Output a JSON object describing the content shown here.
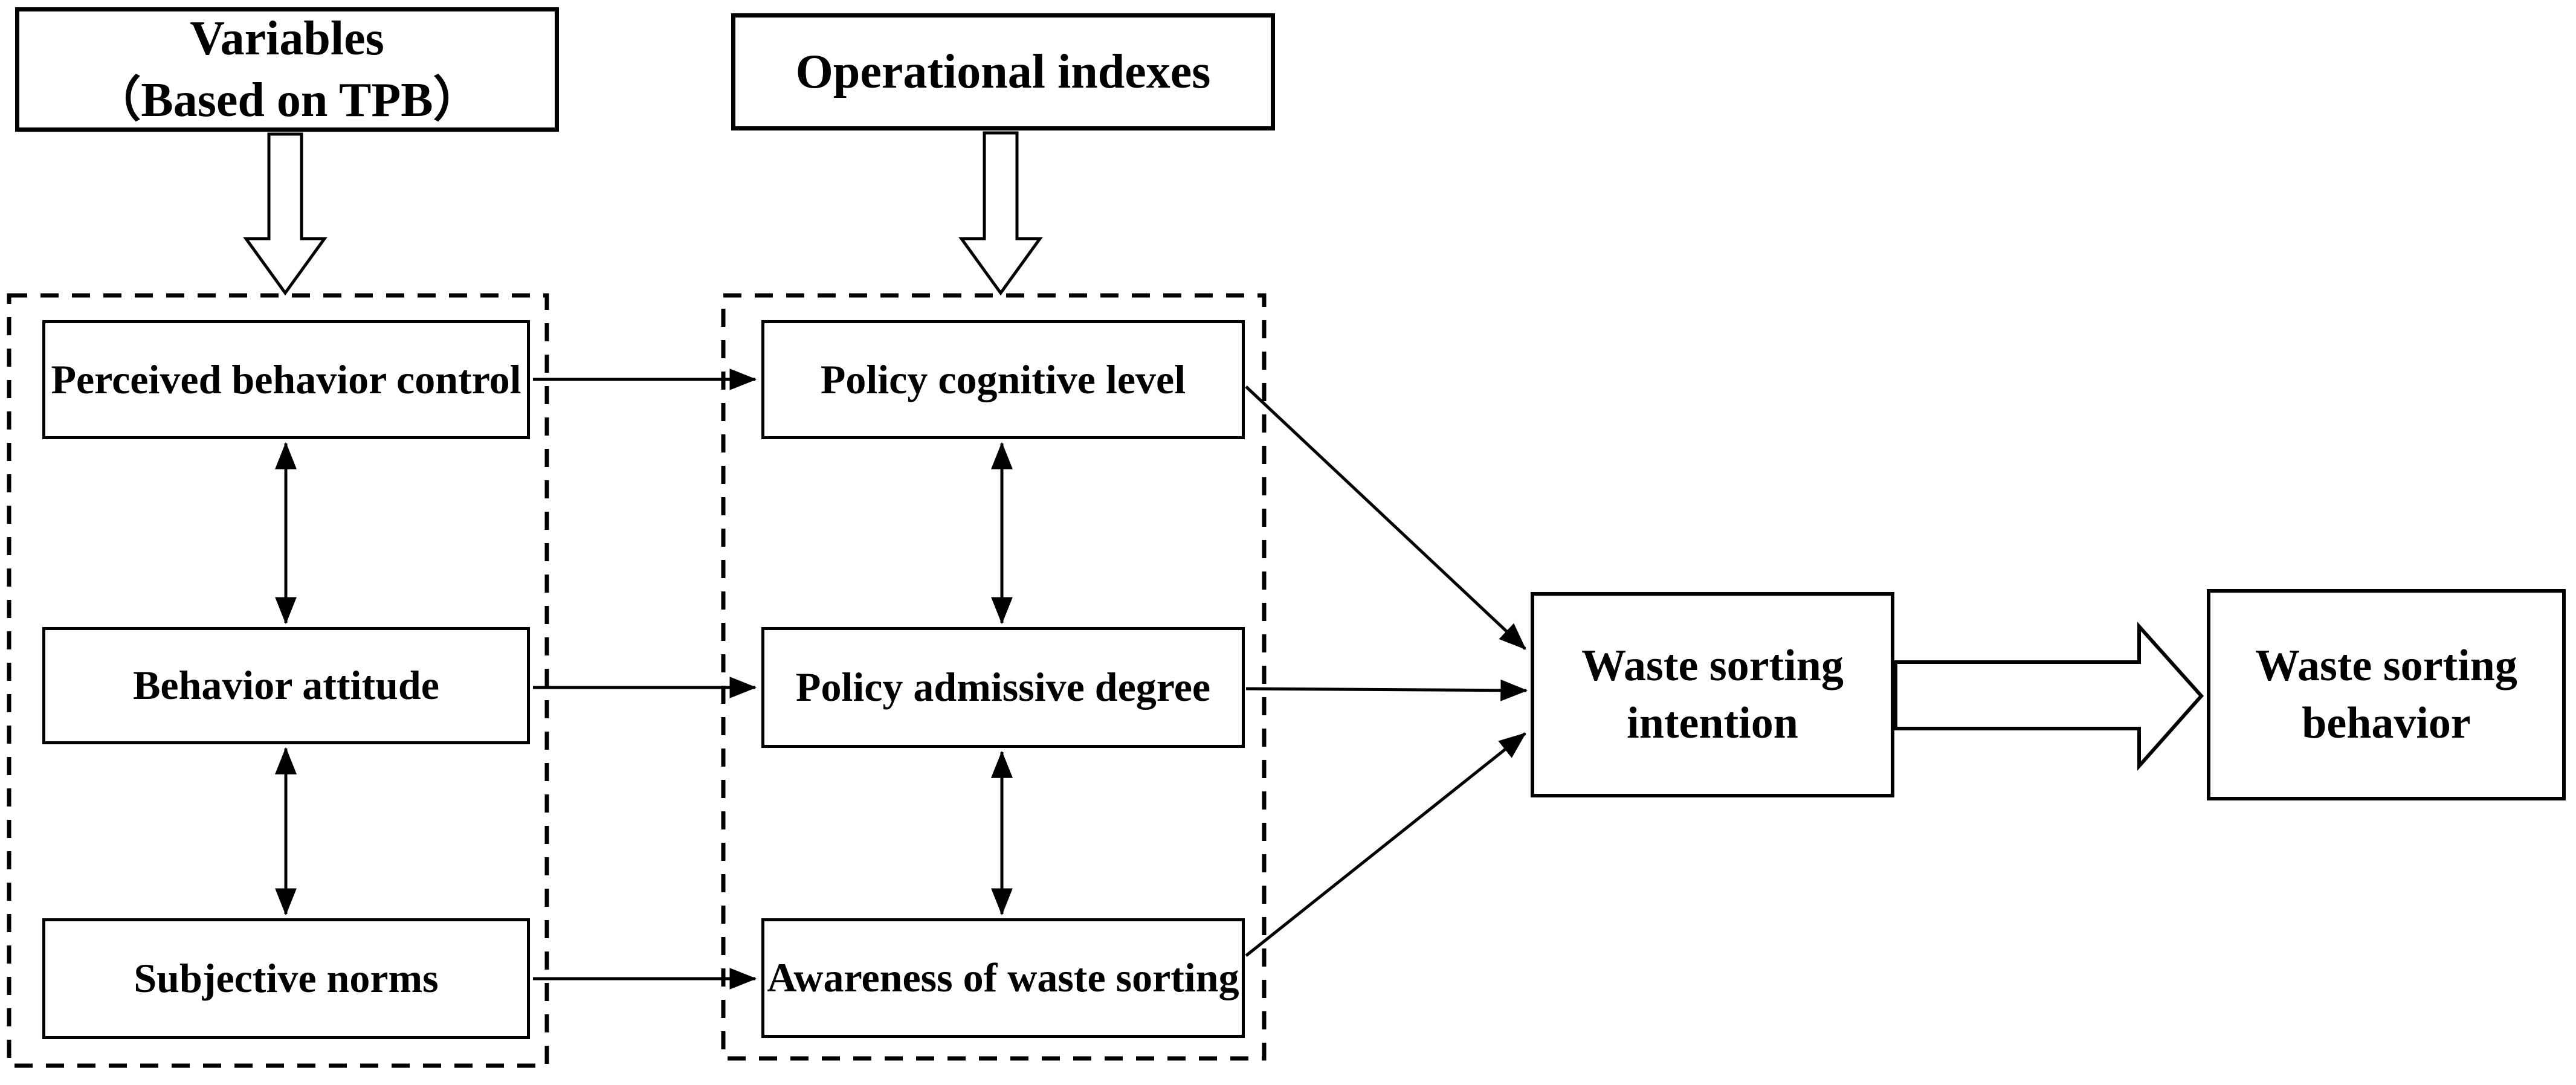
{
  "canvas": {
    "background_color": "#ffffff",
    "ink_color": "#000000"
  },
  "headers": {
    "variables": {
      "line1": "Variables",
      "line2": "（Based on TPB）"
    },
    "operational": {
      "label": "Operational indexes"
    }
  },
  "tpb_group": {
    "perceived": "Perceived behavior control",
    "attitude": "Behavior attitude",
    "norms": "Subjective norms"
  },
  "index_group": {
    "cognitive": "Policy cognitive level",
    "admissive": "Policy admissive degree",
    "awareness": "Awareness of waste sorting"
  },
  "outcomes": {
    "intention": {
      "line1": "Waste sorting",
      "line2": "intention"
    },
    "behavior": {
      "line1": "Waste sorting",
      "line2": "behavior"
    }
  }
}
